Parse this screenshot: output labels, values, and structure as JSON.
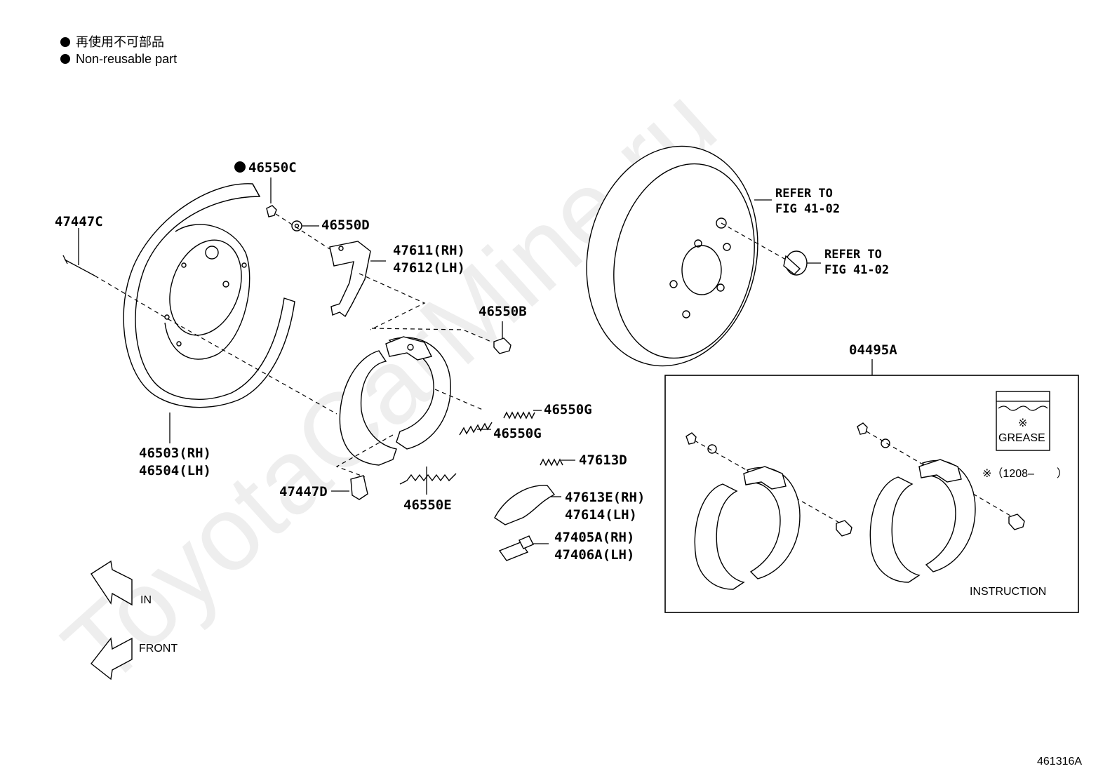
{
  "watermark": "ToyotaCarMine.ru",
  "legend": {
    "line_ja": "再使用不可部品",
    "line_en": "Non-reusable part"
  },
  "parts": {
    "p46550C": "46550C",
    "p47447C": "47447C",
    "p46550D": "46550D",
    "p47611": "47611(RH)",
    "p47612": "47612(LH)",
    "p46550B": "46550B",
    "p46550G_a": "46550G",
    "p46550G_b": "46550G",
    "p47613D": "47613D",
    "p46503": "46503(RH)",
    "p46504": "46504(LH)",
    "p47447D": "47447D",
    "p46550E": "46550E",
    "p47613E": "47613E(RH)",
    "p47614": "47614(LH)",
    "p47405A": "47405A(RH)",
    "p47406A": "47406A(LH)",
    "p04495A": "04495A"
  },
  "refs": {
    "ref1_line1": "REFER TO",
    "ref1_line2": "FIG 41-02",
    "ref2_line1": "REFER TO",
    "ref2_line2": "FIG 41-02"
  },
  "kit": {
    "grease_mark": "※",
    "grease_label": "GREASE",
    "note": "※（1208–　　）",
    "instruction": "INSTRUCTION"
  },
  "directions": {
    "in": "IN",
    "front": "FRONT"
  },
  "figure_code": "461316A"
}
